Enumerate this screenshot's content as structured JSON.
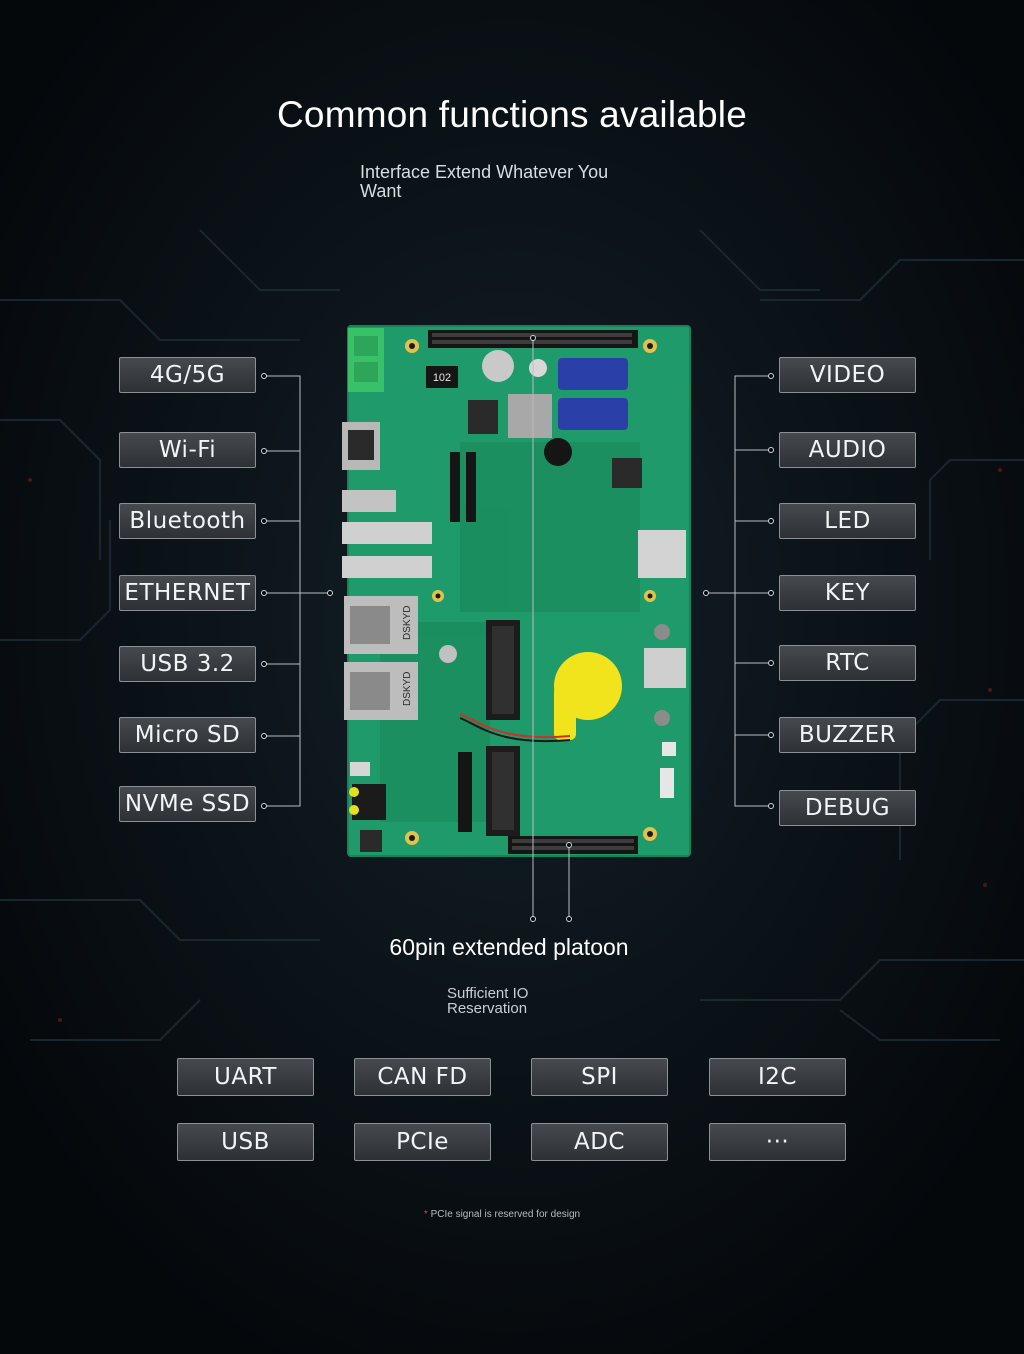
{
  "header": {
    "title": "Common functions available",
    "subtitle": "Interface Extend Whatever You Want"
  },
  "left_labels": [
    "4G/5G",
    "Wi-Fi",
    "Bluetooth",
    "ETHERNET",
    "USB 3.2",
    "Micro SD",
    "NVMe SSD"
  ],
  "right_labels": [
    "VIDEO",
    "AUDIO",
    "LED",
    "KEY",
    "RTC",
    "BUZZER",
    "DEBUG"
  ],
  "platoon": {
    "title": "60pin extended platoon",
    "subtitle": "Sufficient IO Reservation"
  },
  "io_labels": [
    "UART",
    "CAN FD",
    "SPI",
    "I2C",
    "USB",
    "PCIe",
    "ADC",
    "···"
  ],
  "board_marks": {
    "chip_102": "102",
    "lan1_brand": "DSKYD",
    "lan2_brand": "DSKYD"
  },
  "footnote": {
    "star": "*",
    "text": "PCIe signal is reserved for design"
  },
  "colors": {
    "background": "#05080b",
    "pcb": "#1f9a6a",
    "box_border": "#8b9095",
    "coin_cell": "#f1e41d"
  }
}
